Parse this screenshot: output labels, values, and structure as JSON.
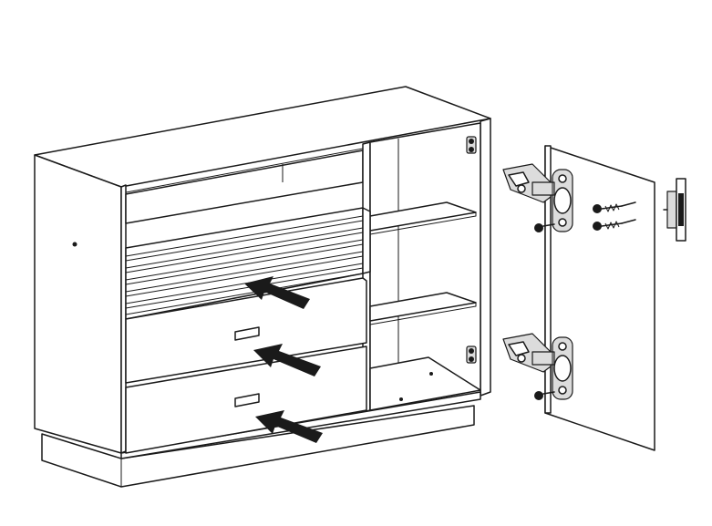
{
  "figure": {
    "subject": "chest-of-drawers-assembly",
    "colors": {
      "line": "#1a1a1a",
      "background": "#ffffff",
      "hardware_fill": "#dcdcdc"
    },
    "icons": [
      "arrow-icon",
      "hinge-icon",
      "screw-icon",
      "magnetic-catch-icon"
    ],
    "counts": {
      "arrows": 3,
      "hinges": 2,
      "drawers": 3,
      "shelves": 2,
      "screws": 6
    }
  }
}
